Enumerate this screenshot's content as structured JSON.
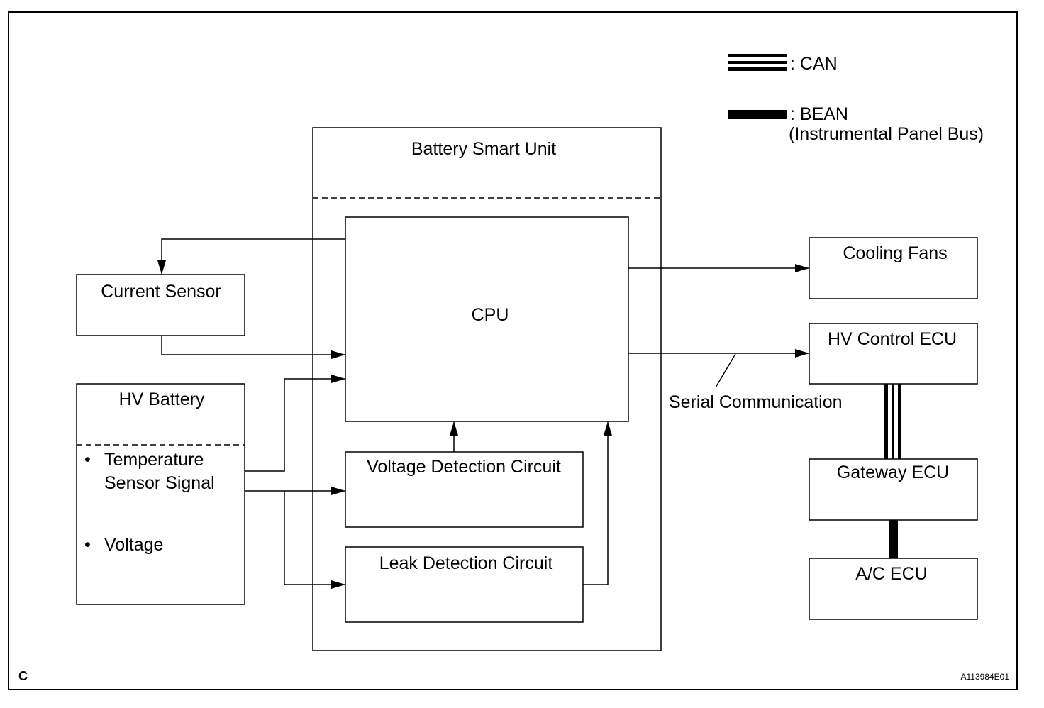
{
  "legend": {
    "can_label": ": CAN",
    "bean_label": ": BEAN",
    "bean_sublabel": "(Instrumental Panel Bus)"
  },
  "blocks": {
    "battery_smart_unit": "Battery Smart Unit",
    "cpu": "CPU",
    "voltage_detection_circuit": "Voltage Detection Circuit",
    "leak_detection_circuit": "Leak Detection Circuit",
    "current_sensor": "Current Sensor",
    "hv_battery": "HV Battery",
    "hv_battery_item_1_line_1": "Temperature",
    "hv_battery_item_1_line_2": "Sensor Signal",
    "hv_battery_item_2": "Voltage",
    "bullet": "•",
    "cooling_fans": "Cooling Fans",
    "hv_control_ecu": "HV Control ECU",
    "gateway_ecu": "Gateway ECU",
    "ac_ecu": "A/C ECU"
  },
  "annotations": {
    "serial_communication": "Serial Communication"
  },
  "corner_label": "C",
  "figure_id": "A113984E01"
}
